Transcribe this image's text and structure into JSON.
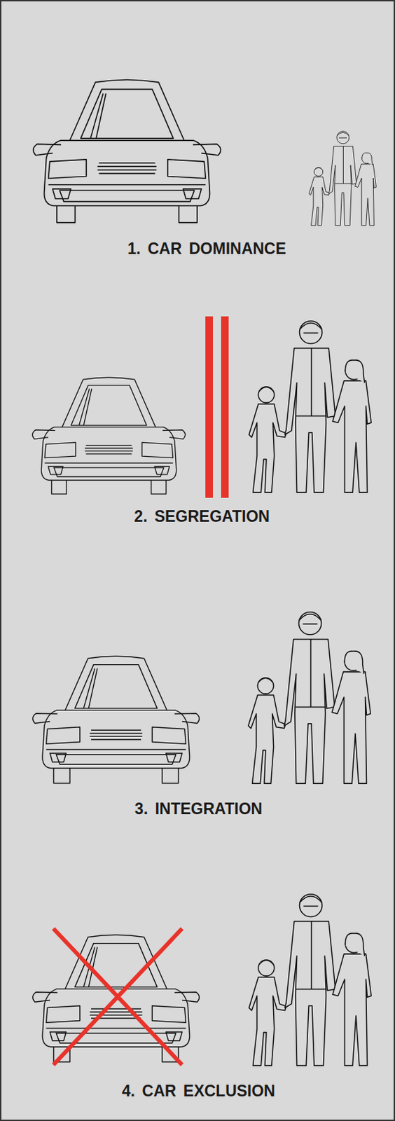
{
  "diagram": {
    "labels": [
      "1. CAR DOMINANCE",
      "2. SEGREGATION",
      "3. INTEGRATION",
      "4. CAR EXCLUSION"
    ]
  }
}
